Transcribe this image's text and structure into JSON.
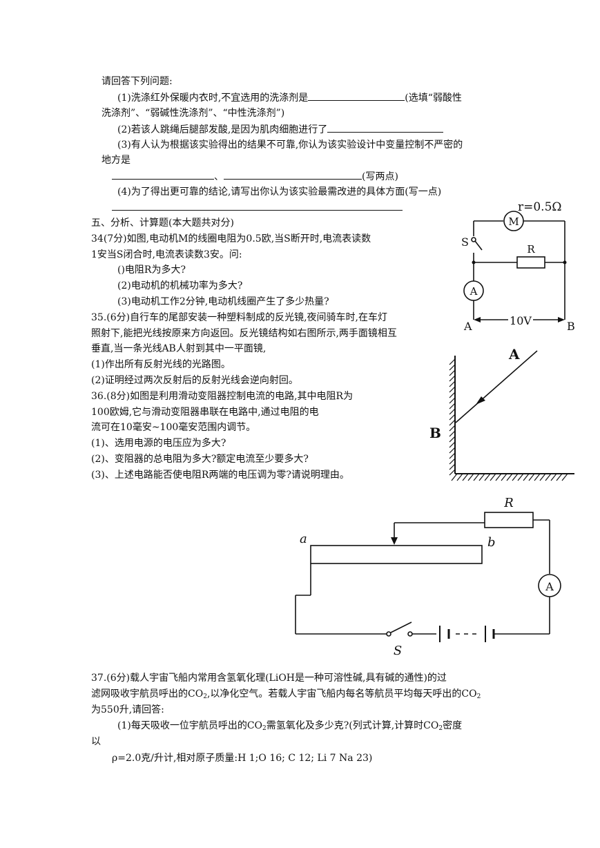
{
  "lines": {
    "intro": "请回答下列问题:",
    "q1_a": "(1)洗涤红外保暖内衣时,不宜选用的洗涤剂是",
    "q1_b": "(选填“弱酸性",
    "q1_c": "洗涤剂”、“弱碱性洗涤剂”、“中性洗涤剂”)",
    "q2": "(2)若该人跳绳后腿部发酸,是因为肌肉细胞进行了",
    "q3_a": "(3)有人认为根据该实验得出的结果不可靠,你认为该实验设计中变量控制不严密的",
    "q3_b": "地方是",
    "q3_sep": "、",
    "q3_c": "(写两点)",
    "q4": "(4)为了得出更可靠的结论,请写出你认为该实验最需改进的具体方面(写一点)",
    "sec5": "五、分析、计算题(本大题共对分)",
    "p34_a": "34(7分)如图,电动机M的线圈电阻为0.5欧,当S断开时,电流表读数",
    "p34_b": "1安当S闭合时,电流表读数3安。问:",
    "p34_q1": "()电阻R为多大?",
    "p34_q2": "(2)电动机的机械功率为多大?",
    "p34_q3": "(3)电动机工作2分钟,电动机线圈产生了多少热量?",
    "p35_a": "35.(6分)自行车的尾部安装一种塑料制成的反光镜,夜间骑车时,在车灯",
    "p35_b": "照射下,能把光线按原来方向返回。反光镜结构如右图所示,两手面镜相互",
    "p35_c": "垂直,当一条光线AB人射到其中一平面镜,",
    "p35_q1": "(1)作出所有反射光线的光路图。",
    "p35_q2": "(2)证明经过两次反射后的反射光线会逆向射回。",
    "p36_a": "36.(8分)如图是利用滑动变阻器控制电流的电路,其中电阻R为",
    "p36_b": "100欧姆,它与滑动变阻器串联在电路中,通过电阻的电",
    "p36_c": "流可在10毫安~100毫安范围内调节。",
    "p36_q1": "(1)、选用电源的电压应为多大?",
    "p36_q2": "(2)、变阻器的总电阻为多大?额定电流至少要多大?",
    "p36_q3": "(3)、上述电路能否使电阻R两端的电压调为零?请说明理由。",
    "p37_a1": "37.(6分)载人宇宙飞船内常用含氢氧化理(LiOH是一种可溶性碱,具有碱的通性)的过",
    "p37_b1": "滤网吸收宇航员呼出的CO",
    "p37_b2": ",以净化空气。若载人宇宙飞船内每名等航员平均每天呼出的CO",
    "p37_c": "为550升,请回答:",
    "p37_q1a": "(1)每天吸收一位宇航员呼出的CO",
    "p37_q1b": "需氢氧化及多少克?(列式计算,计算时CO",
    "p37_q1c": "密度",
    "p37_d": "以",
    "p37_e": "ρ=2.0克/升计,相对原子质量:H 1;O 16; C 12; Li 7 Na 23)",
    "sub2": "2"
  },
  "fig1": {
    "r_label": "r=0.5Ω",
    "motor": "M",
    "switch": "S",
    "resistor": "R",
    "ammeter": "A",
    "left": "A",
    "right": "B",
    "voltage": "10V"
  },
  "fig2": {
    "ray": "A",
    "point": "B"
  },
  "fig3": {
    "resistor": "R",
    "a": "a",
    "b": "b",
    "ammeter": "A",
    "switch": "S"
  }
}
